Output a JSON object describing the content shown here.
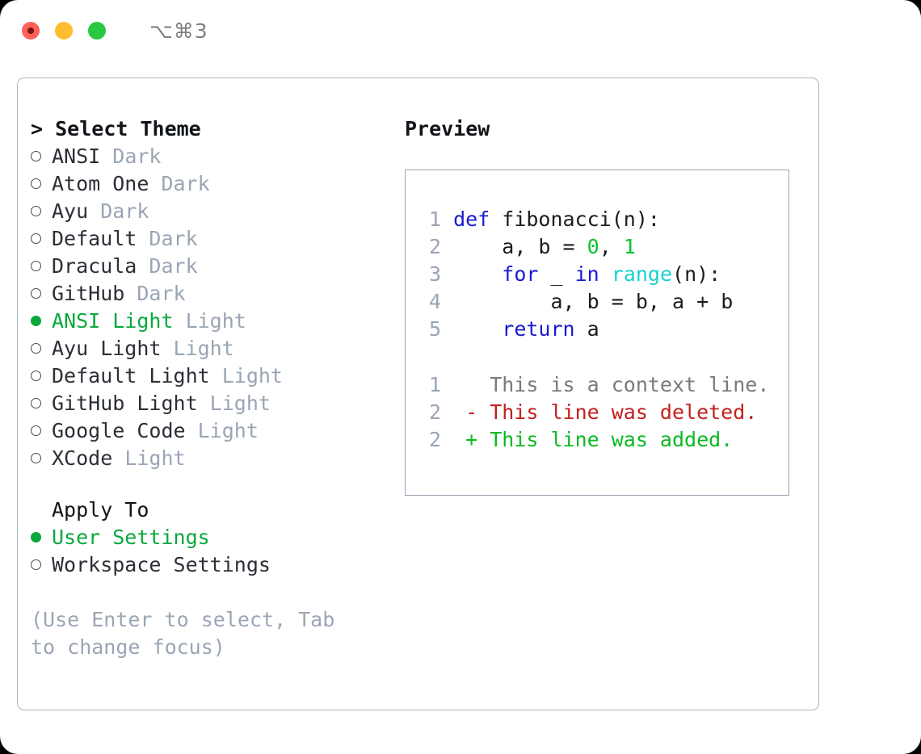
{
  "window": {
    "shortcut": "⌥⌘3",
    "traffic_lights": [
      "close",
      "minimize",
      "maximize"
    ]
  },
  "theme_list": {
    "prompt": "> ",
    "title": "Select Theme",
    "items": [
      {
        "marker": "open",
        "name": "ANSI",
        "kind": "Dark",
        "selected": false
      },
      {
        "marker": "open",
        "name": "Atom One",
        "kind": "Dark",
        "selected": false
      },
      {
        "marker": "open",
        "name": "Ayu",
        "kind": "Dark",
        "selected": false
      },
      {
        "marker": "open",
        "name": "Default",
        "kind": "Dark",
        "selected": false
      },
      {
        "marker": "open",
        "name": "Dracula",
        "kind": "Dark",
        "selected": false
      },
      {
        "marker": "open",
        "name": "GitHub",
        "kind": "Dark",
        "selected": false
      },
      {
        "marker": "filled",
        "name": "ANSI Light",
        "kind": "Light",
        "selected": true
      },
      {
        "marker": "open",
        "name": "Ayu Light",
        "kind": "Light",
        "selected": false
      },
      {
        "marker": "open",
        "name": "Default Light",
        "kind": "Light",
        "selected": false
      },
      {
        "marker": "open",
        "name": "GitHub Light",
        "kind": "Light",
        "selected": false
      },
      {
        "marker": "open",
        "name": "Google Code",
        "kind": "Light",
        "selected": false
      },
      {
        "marker": "open",
        "name": "XCode",
        "kind": "Light",
        "selected": false
      }
    ]
  },
  "apply_to": {
    "title": "Apply To",
    "items": [
      {
        "marker": "filled",
        "name": "User Settings",
        "selected": true
      },
      {
        "marker": "open",
        "name": "Workspace Settings",
        "selected": false
      }
    ]
  },
  "hint": "(Use Enter to select, Tab to change focus)",
  "preview": {
    "title": "Preview",
    "code_lines": [
      {
        "ln": "1",
        "tokens": [
          {
            "t": "def",
            "c": "kw"
          },
          {
            "t": " fibonacci(n):",
            "c": "txt"
          }
        ]
      },
      {
        "ln": "2",
        "tokens": [
          {
            "t": "    a, b = ",
            "c": "txt"
          },
          {
            "t": "0",
            "c": "num"
          },
          {
            "t": ", ",
            "c": "txt"
          },
          {
            "t": "1",
            "c": "num"
          }
        ]
      },
      {
        "ln": "3",
        "tokens": [
          {
            "t": "    ",
            "c": "txt"
          },
          {
            "t": "for",
            "c": "kw"
          },
          {
            "t": " _ ",
            "c": "txt"
          },
          {
            "t": "in",
            "c": "kw"
          },
          {
            "t": " ",
            "c": "txt"
          },
          {
            "t": "range",
            "c": "fn"
          },
          {
            "t": "(n):",
            "c": "txt"
          }
        ]
      },
      {
        "ln": "4",
        "tokens": [
          {
            "t": "        a, b = b, a + b",
            "c": "txt"
          }
        ]
      },
      {
        "ln": "5",
        "tokens": [
          {
            "t": "    ",
            "c": "txt"
          },
          {
            "t": "return",
            "c": "kw"
          },
          {
            "t": " a",
            "c": "txt"
          }
        ]
      }
    ],
    "diff_lines": [
      {
        "ln": "1",
        "sign": "  ",
        "text": "This is a context line.",
        "cls": "ctx"
      },
      {
        "ln": "2",
        "sign": "- ",
        "text": "This line was deleted.",
        "cls": "del"
      },
      {
        "ln": "2",
        "sign": "+ ",
        "text": "This line was added.",
        "cls": "add"
      }
    ]
  },
  "colors": {
    "accent_green": "#09a83c",
    "muted": "#9aa5b5",
    "border": "#96a2b2",
    "keyword": "#1a1ad1",
    "function": "#16d2d2",
    "number": "#09c32e",
    "diff_delete": "#c42020",
    "diff_add": "#0aba22",
    "traffic_close": "#ff6159",
    "traffic_min": "#ffbd2e",
    "traffic_max": "#28c840"
  }
}
